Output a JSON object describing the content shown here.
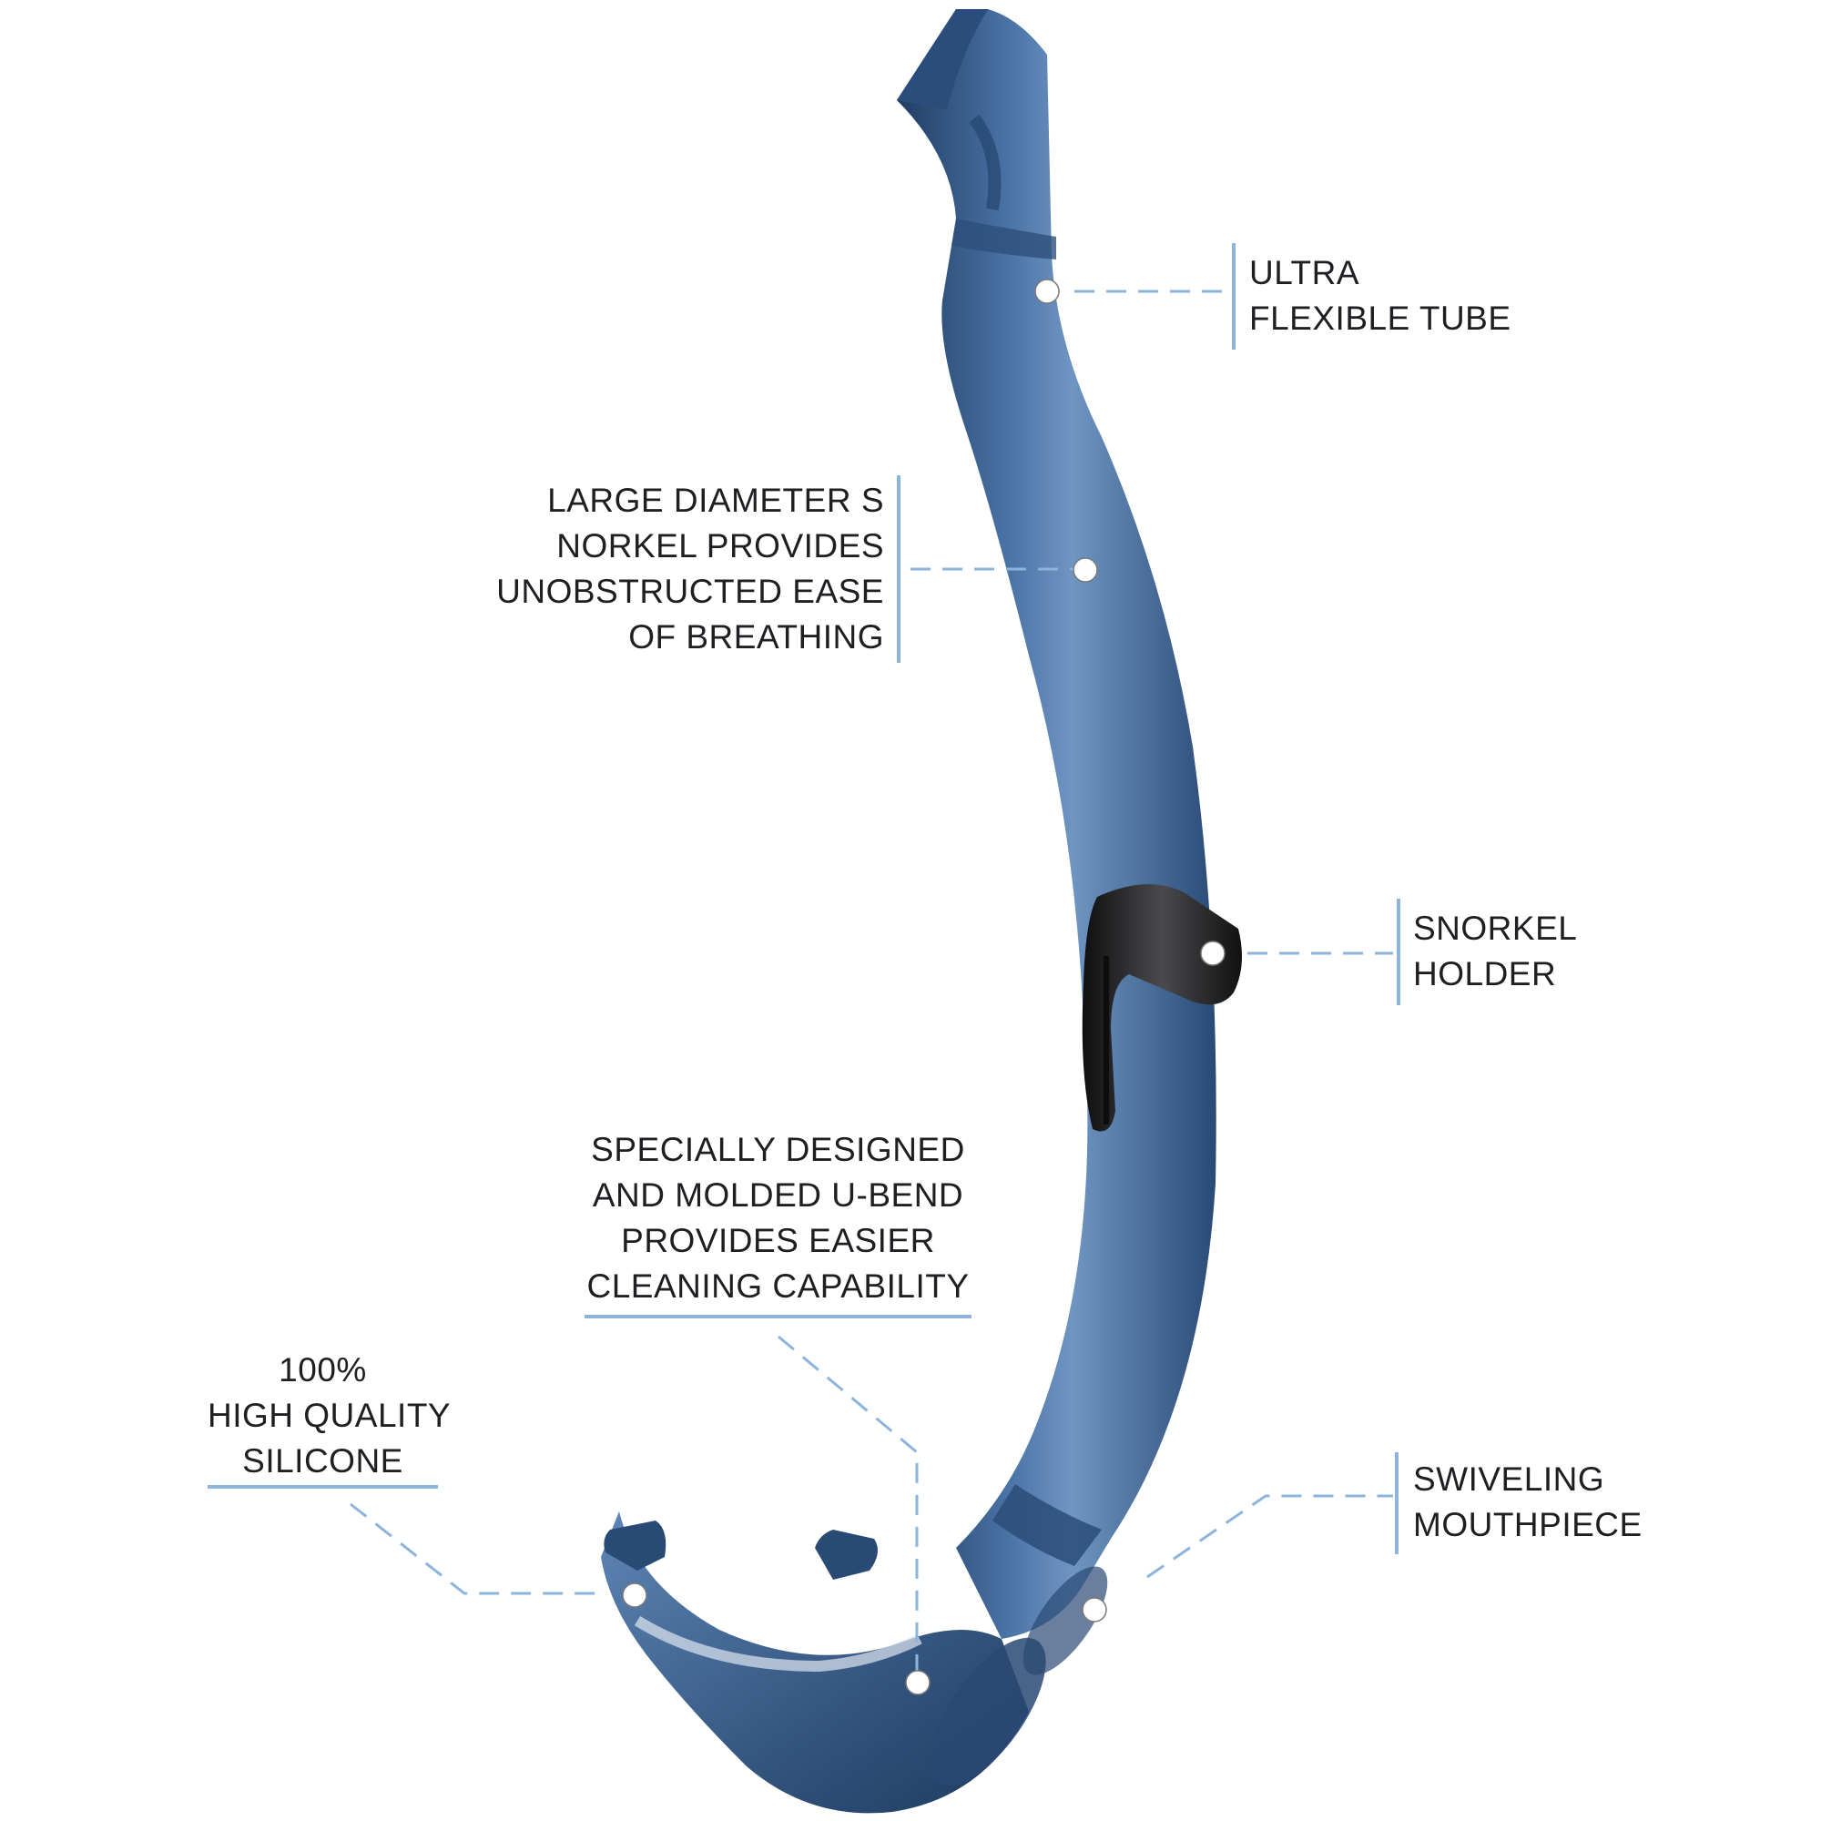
{
  "annotations": {
    "tube": {
      "lines": [
        "ULTRA",
        "FLEXIBLE TUBE"
      ]
    },
    "diameter": {
      "lines": [
        "LARGE DIAMETER S",
        "NORKEL PROVIDES",
        "UNOBSTRUCTED EASE",
        "OF BREATHING"
      ]
    },
    "holder": {
      "lines": [
        "SNORKEL",
        "HOLDER"
      ]
    },
    "ubend": {
      "lines": [
        "SPECIALLY DESIGNED",
        "AND MOLDED U-BEND",
        "PROVIDES EASIER",
        "CLEANING CAPABILITY"
      ]
    },
    "silicone": {
      "lines": [
        "100%",
        "HIGH QUALITY",
        "SILICONE"
      ]
    },
    "mouthpiece": {
      "lines": [
        "SWIVELING",
        "MOUTHPIECE"
      ]
    }
  },
  "colors": {
    "tube": "#3a5f8f",
    "tube_highlight": "#6f95c2",
    "tube_shadow": "#213d63",
    "leader": "#8cb4dc",
    "text": "#1d1f22",
    "holder": "#1a1a1a"
  }
}
